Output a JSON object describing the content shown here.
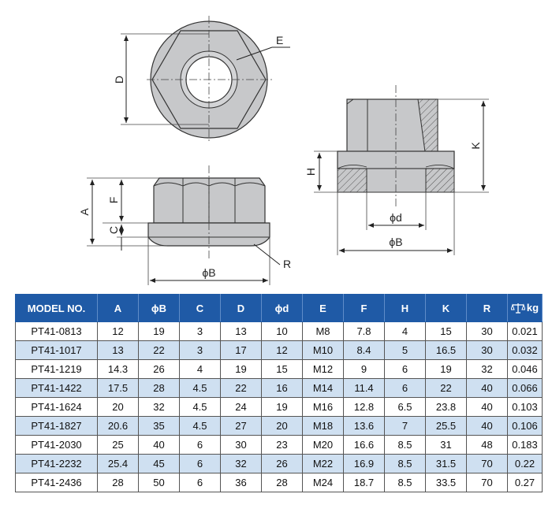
{
  "drawing": {
    "labels": {
      "dim_a": "A",
      "dim_f": "F",
      "dim_c": "C",
      "dim_b_front": "ϕB",
      "dim_d": "D",
      "dim_e": "E",
      "dim_r": "R",
      "dim_h": "H",
      "dim_k": "K",
      "dim_d_small": "ϕd",
      "dim_b_side": "ϕB"
    },
    "colors": {
      "fill": "#c7c8ca",
      "stroke": "#333333",
      "hatch": "#555555"
    }
  },
  "table": {
    "headers": [
      "MODEL NO.",
      "A",
      "ϕB",
      "C",
      "D",
      "ϕd",
      "E",
      "F",
      "H",
      "K",
      "R",
      "kg"
    ],
    "weight_icon": "scale-icon",
    "rows": [
      [
        "PT41-0813",
        "12",
        "19",
        "3",
        "13",
        "10",
        "M8",
        "7.8",
        "4",
        "15",
        "30",
        "0.021"
      ],
      [
        "PT41-1017",
        "13",
        "22",
        "3",
        "17",
        "12",
        "M10",
        "8.4",
        "5",
        "16.5",
        "30",
        "0.032"
      ],
      [
        "PT41-1219",
        "14.3",
        "26",
        "4",
        "19",
        "15",
        "M12",
        "9",
        "6",
        "19",
        "32",
        "0.046"
      ],
      [
        "PT41-1422",
        "17.5",
        "28",
        "4.5",
        "22",
        "16",
        "M14",
        "11.4",
        "6",
        "22",
        "40",
        "0.066"
      ],
      [
        "PT41-1624",
        "20",
        "32",
        "4.5",
        "24",
        "19",
        "M16",
        "12.8",
        "6.5",
        "23.8",
        "40",
        "0.103"
      ],
      [
        "PT41-1827",
        "20.6",
        "35",
        "4.5",
        "27",
        "20",
        "M18",
        "13.6",
        "7",
        "25.5",
        "40",
        "0.106"
      ],
      [
        "PT41-2030",
        "25",
        "40",
        "6",
        "30",
        "23",
        "M20",
        "16.6",
        "8.5",
        "31",
        "48",
        "0.183"
      ],
      [
        "PT41-2232",
        "25.4",
        "45",
        "6",
        "32",
        "26",
        "M22",
        "16.9",
        "8.5",
        "31.5",
        "70",
        "0.22"
      ],
      [
        "PT41-2436",
        "28",
        "50",
        "6",
        "36",
        "28",
        "M24",
        "18.7",
        "8.5",
        "33.5",
        "70",
        "0.27"
      ]
    ],
    "colors": {
      "header_bg": "#1f5aa6",
      "stripe": "#cfe0f1"
    }
  }
}
